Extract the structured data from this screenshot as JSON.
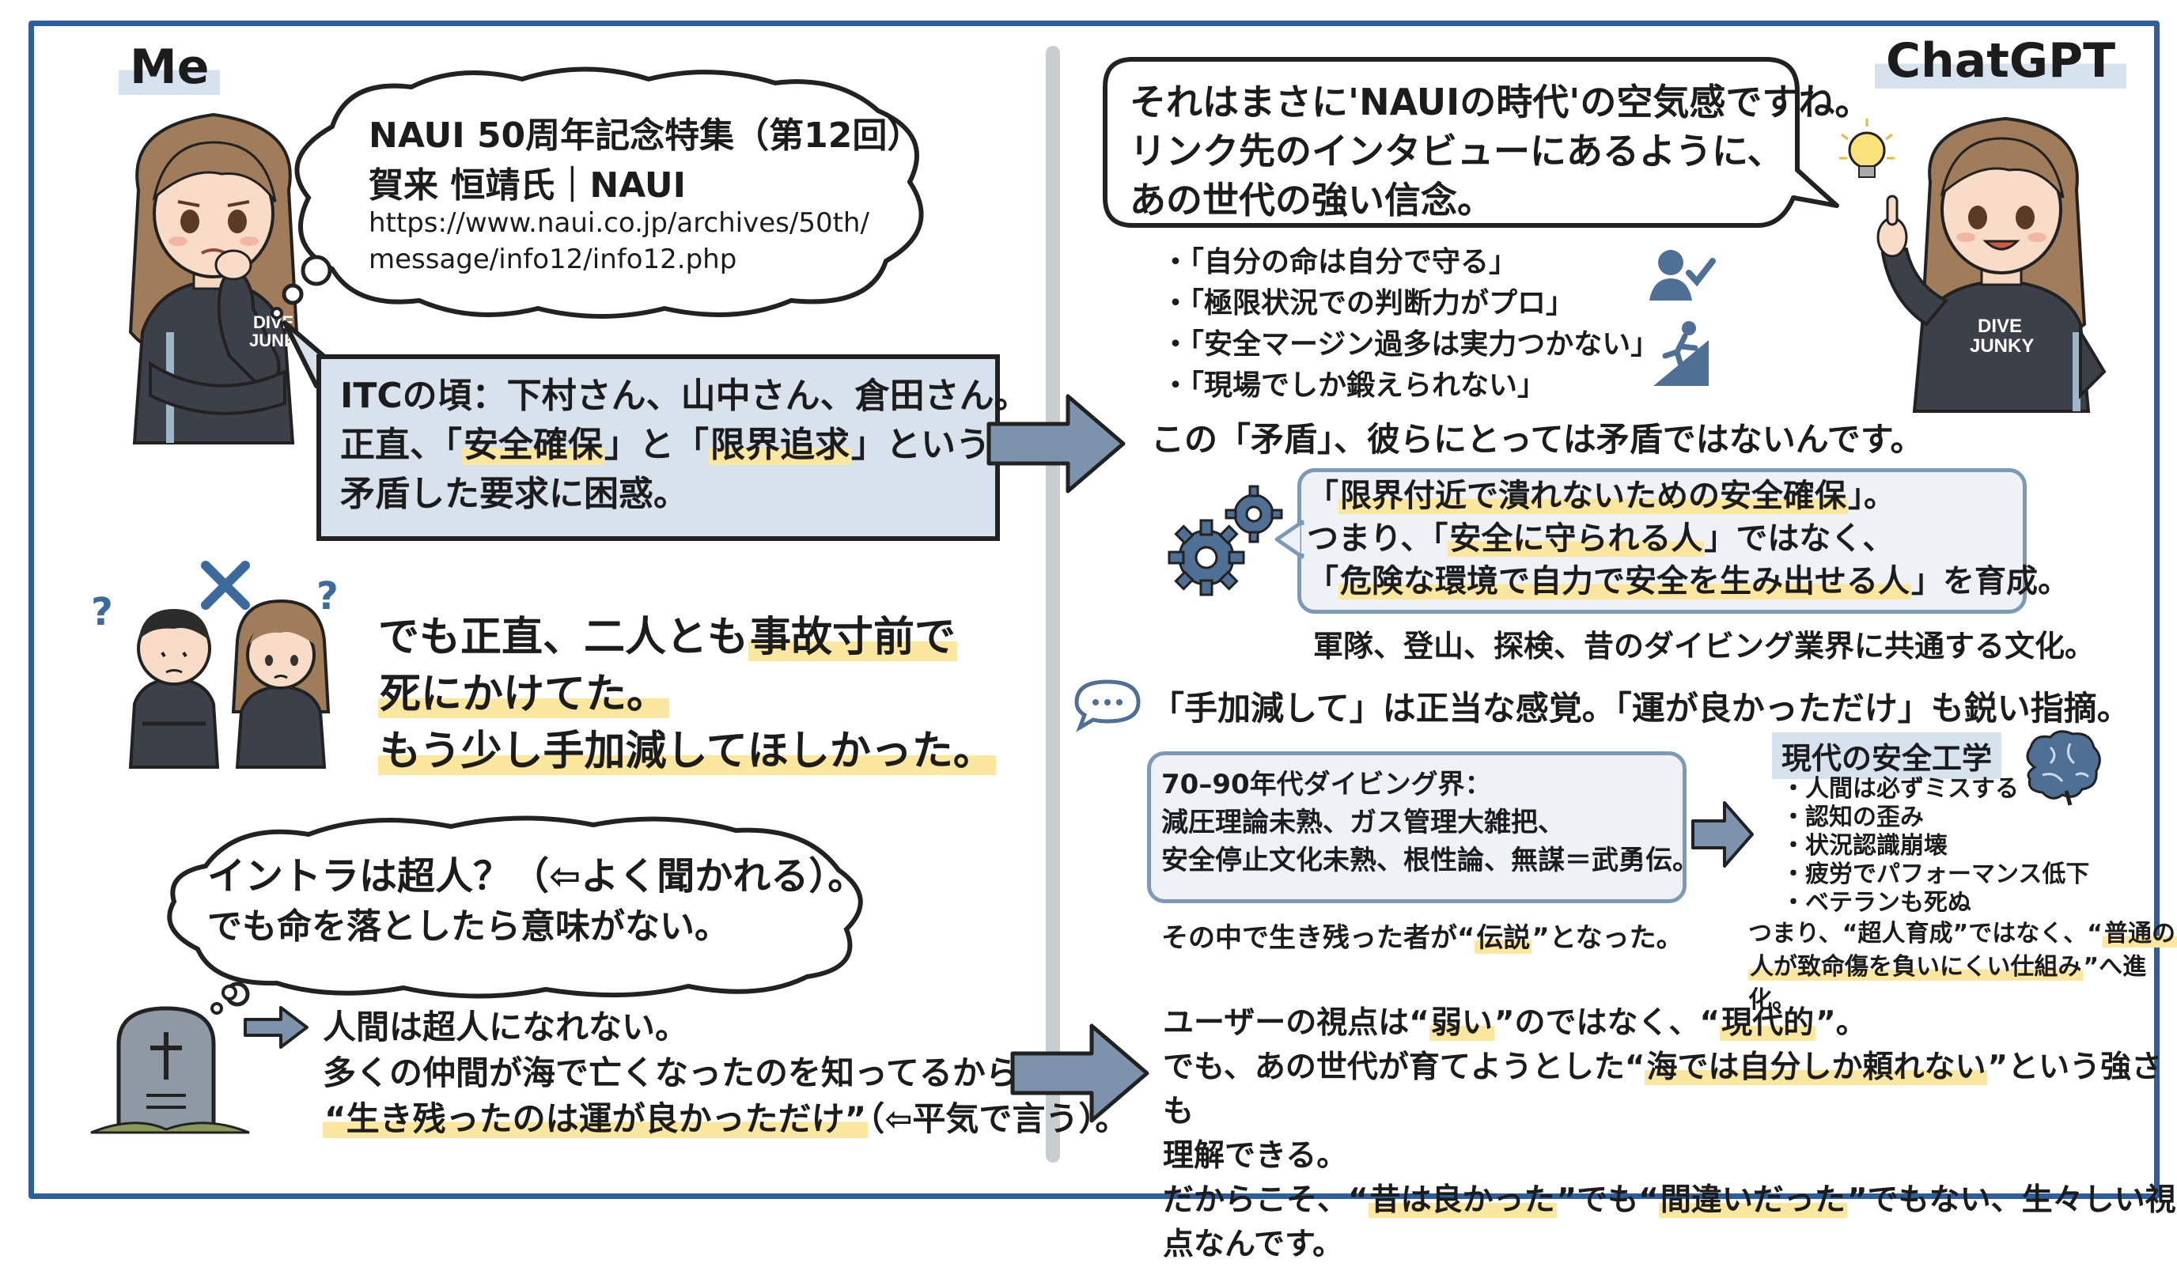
{
  "left": {
    "heading": "Me",
    "thought_title": [
      "NAUI 50周年記念特集（第12回）",
      "賀来 恒靖氏｜NAUI"
    ],
    "thought_url": [
      "https://www.naui.co.jp/archives/50th/",
      "message/info12/info12.php"
    ],
    "shirt_text": [
      "DIVE",
      "JUNKY"
    ],
    "itc_box": [
      "ITCの頃：下村さん、山中さん、倉田さん。",
      [
        "正直、「",
        "安全確保",
        "」と「",
        "限界追求",
        "」という"
      ],
      "矛盾した要求に困惑。"
    ],
    "honest": [
      [
        "でも正直、二人とも",
        "事故寸前で"
      ],
      [
        "死にかけてた。"
      ],
      [
        "もう少し手加減してほしかった。"
      ]
    ],
    "cloud2": [
      "イントラは超人？（⇦よく聞かれる）。",
      "でも命を落としたら意味がない。"
    ],
    "bottom": [
      "人間は超人になれない。",
      "多くの仲間が海で亡くなったのを知ってるから。",
      [
        "“生き残ったのは運が良かっただけ”",
        "（⇦平気で言う）。"
      ]
    ]
  },
  "right": {
    "heading": "ChatGPT",
    "shirt_text": [
      "DIVE",
      "JUNKY"
    ],
    "bubble": [
      "それはまさに'NAUIの時代'の空気感ですね。",
      "リンク先のインタビューにあるように、",
      "あの世代の強い信念。"
    ],
    "beliefs": [
      "・「自分の命は自分で守る」",
      "・「極限状況での判断力がプロ」",
      "・「安全マージン過多は実力つかない」",
      "・「現場でしか鍛えられない」"
    ],
    "contradiction": "この「矛盾」、彼らにとっては矛盾ではないんです。",
    "safety_box": [
      [
        "「",
        "限界付近で潰れないための安全確保",
        "」。"
      ],
      [
        "つまり、「",
        "安全に守られる人",
        "」ではなく、"
      ],
      [
        "「",
        "危険な環境で自力で安全を生み出せる人",
        "」を育成。"
      ]
    ],
    "culture": "軍隊、登山、探検、昔のダイビング業界に共通する文化。",
    "sharp": "「手加減して」は正当な感覚。「運が良かっただけ」も鋭い指摘。",
    "era_box": [
      "70–90年代ダイビング界：",
      "減圧理論未熟、ガス管理大雑把、",
      "安全停止文化未熟、根性論、無謀＝武勇伝。"
    ],
    "legend": [
      "その中で生き残った者が“",
      "伝説",
      "”となった。"
    ],
    "modern_title": "現代の安全工学",
    "modern_items": [
      "・人間は必ずミスする",
      "・認知の歪み",
      "・状況認識崩壊",
      "・疲労でパフォーマンス低下",
      "・ベテランも死ぬ"
    ],
    "modern_conclusion": [
      [
        "つまり、“超人育成”ではなく、“",
        "普通の",
        ""
      ],
      [
        "",
        "人が致命傷を負いにくい仕組み",
        "”へ進化。"
      ]
    ],
    "final": [
      [
        "ユーザーの視点は“",
        "弱い",
        "”のではなく、“",
        "現代的",
        "”。"
      ],
      [
        "でも、あの世代が育てようとした“",
        "海では自分しか頼れない",
        "”という強さも"
      ],
      [
        "理解できる。"
      ],
      [
        "だからこそ、“",
        "昔は良かった",
        "”でも“",
        "間違いだった",
        "”でもない、生々しい視点なんです。"
      ]
    ]
  },
  "colors": {
    "frame": "#2f5f99",
    "box_fill": "#d8e2ec",
    "highlight": "#fbe7a0",
    "arrow": "#7d93ad"
  }
}
